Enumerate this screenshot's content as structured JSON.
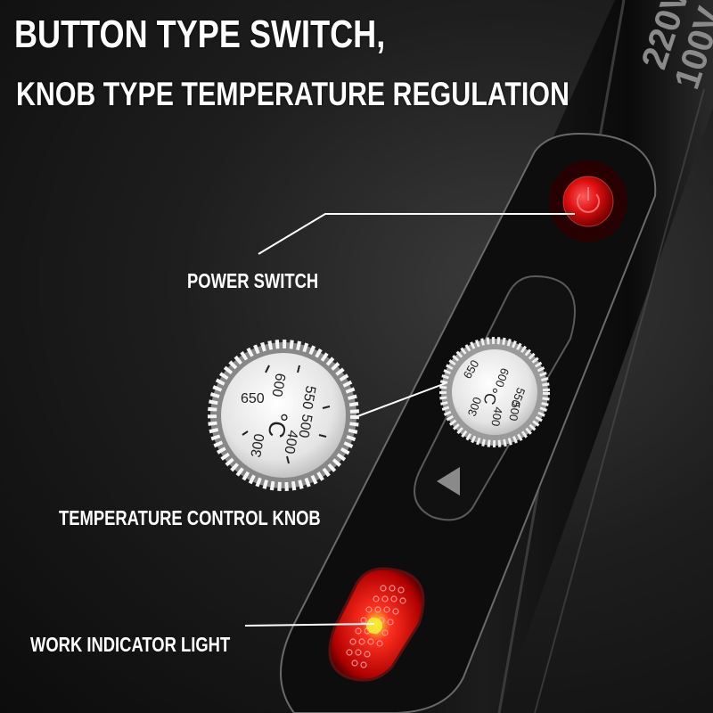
{
  "headline": {
    "line1": "BUTTON TYPE SWITCH,",
    "line2": "KNOB TYPE TEMPERATURE REGULATION"
  },
  "voltage_labels": [
    "220V",
    "100V"
  ],
  "callouts": {
    "power_switch": "POWER SWITCH",
    "temperature_knob": "TEMPERATURE CONTROL KNOB",
    "work_indicator": "WORK INDICATOR LIGHT"
  },
  "dial": {
    "unit": "°C",
    "marks": [
      "300",
      "400",
      "500",
      "550",
      "600",
      "650"
    ]
  },
  "colors": {
    "power_button": "#e01010",
    "indicator_glow": "#ff2020",
    "indicator_center": "#e8e020",
    "body": "#121212",
    "text": "#ffffff"
  },
  "icons": {
    "power": "power-button-icon",
    "arrow": "triangle-left-icon",
    "knob": "knurled-knob-icon",
    "indicator": "led-grid-icon"
  }
}
